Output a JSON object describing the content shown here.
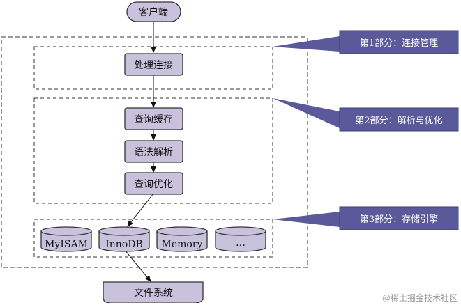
{
  "nodes": {
    "client": "客户端",
    "connection_handling": "处理连接",
    "query_cache": "查询缓存",
    "syntax_parsing": "语法解析",
    "query_optimization": "查询优化",
    "file_system": "文件系统"
  },
  "engines": [
    "MyISAM",
    "InnoDB",
    "Memory",
    "…"
  ],
  "callouts": {
    "part1": "第1部分：连接管理",
    "part2": "第2部分：解析与优化",
    "part3": "第3部分：存储引擎"
  },
  "watermark": "@稀土掘金技术社区",
  "colors": {
    "node_fill": "#c9c2dc",
    "node_stroke": "#333333",
    "callout_fill": "#5a5a9a",
    "callout_stroke": "#3e3e7a",
    "edge": "#111111"
  }
}
